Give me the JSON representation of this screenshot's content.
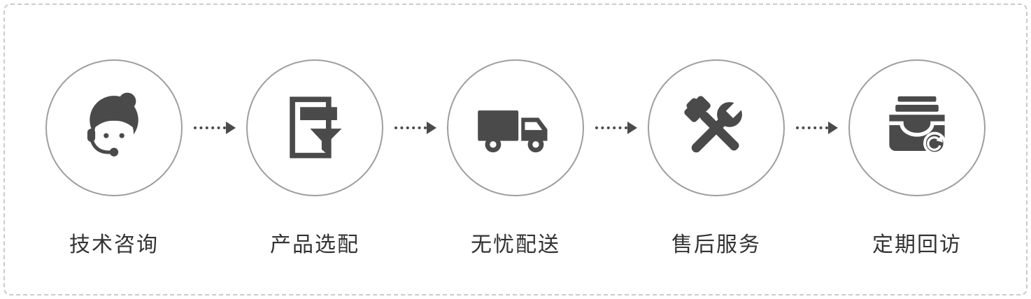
{
  "panel": {
    "type": "service-process-flow",
    "background": "#ffffff",
    "border_style": "dashed",
    "border_color": "#cbcbcb"
  },
  "colors": {
    "icon": "#4a4a4b",
    "circle_border": "#9e9e9e",
    "arrow": "#4a4a4b",
    "label_text": "#333333"
  },
  "steps": [
    {
      "label": "技术咨询",
      "icon": "customer-service-agent-icon"
    },
    {
      "label": "产品选配",
      "icon": "document-filter-icon"
    },
    {
      "label": "无忧配送",
      "icon": "delivery-truck-icon"
    },
    {
      "label": "售后服务",
      "icon": "hammer-wrench-icon"
    },
    {
      "label": "定期回访",
      "icon": "archive-refresh-icon"
    }
  ],
  "arrow": {
    "direction": "right",
    "style": "dotted"
  }
}
